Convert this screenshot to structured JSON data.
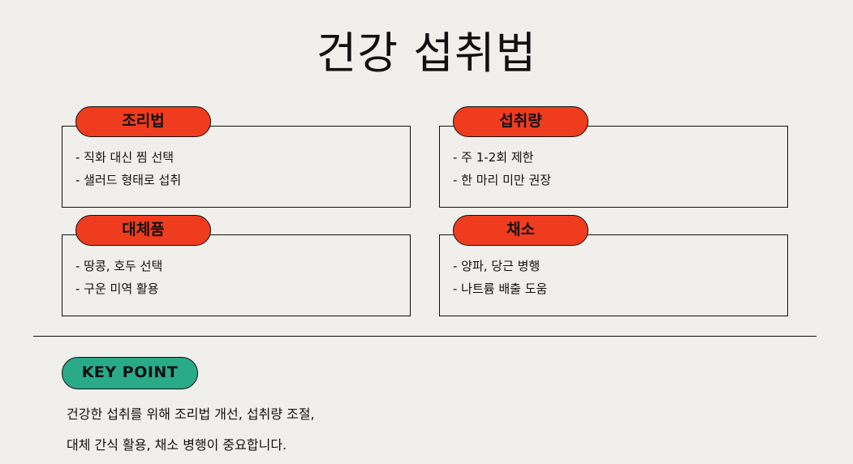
{
  "title": "건강 섭취법",
  "colors": {
    "background": "#f0efeb",
    "pill_accent": "#f03c1e",
    "keypoint_accent": "#2aaa88",
    "border": "#111111"
  },
  "cards": [
    {
      "label": "조리법",
      "lines": [
        "- 직화 대신 찜 선택",
        "- 샐러드 형태로 섭취"
      ]
    },
    {
      "label": "섭취량",
      "lines": [
        "- 주 1-2회 제한",
        "- 한 마리 미만 권장"
      ]
    },
    {
      "label": "대체품",
      "lines": [
        "- 땅콩, 호두 선택",
        "- 구운 미역 활용"
      ]
    },
    {
      "label": "채소",
      "lines": [
        "- 양파, 당근 병행",
        "- 나트륨 배출 도움"
      ]
    }
  ],
  "key_point": {
    "label": "KEY POINT",
    "lines": [
      "건강한 섭취를 위해 조리법 개선, 섭취량 조절,",
      "대체 간식 활용, 채소 병행이 중요합니다."
    ]
  }
}
